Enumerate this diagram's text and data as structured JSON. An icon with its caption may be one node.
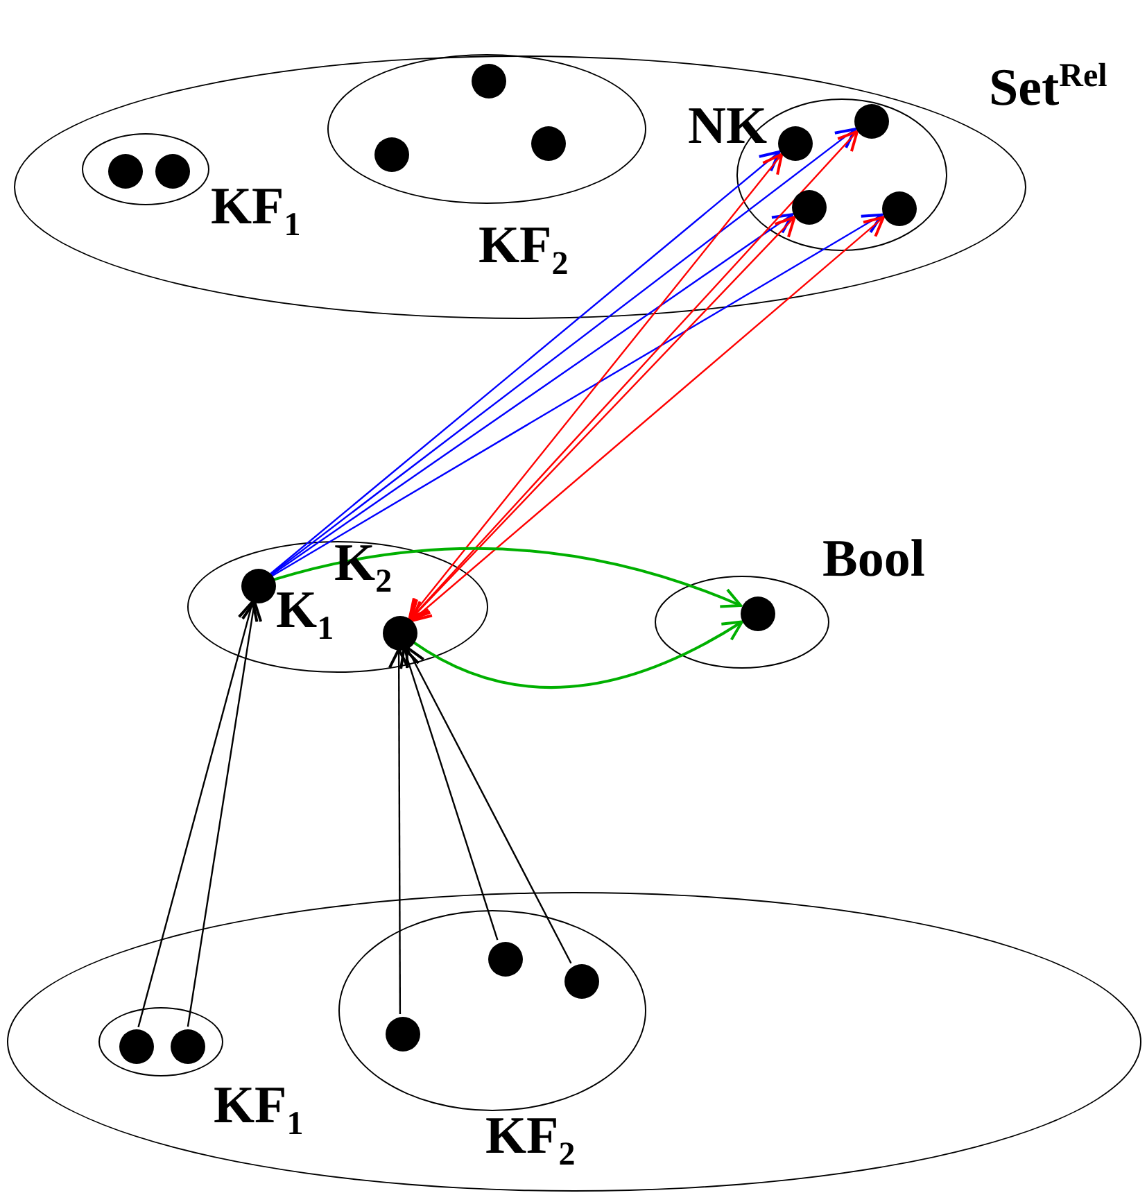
{
  "diagram": {
    "nodes": [
      {
        "text": [
          "Set$^{Rel}$"
        ]
      },
      {
        "text": [
          "KF$_{1}$"
        ],
        "in": 0
      },
      {
        "text": [],
        "shape": "circle",
        "in": 1
      },
      {
        "text": [],
        "shape": "circle",
        "in": 1
      },
      {
        "text": [
          "KF$_{2}$"
        ],
        "in": 0
      },
      {
        "text": [],
        "shape": "circle",
        "in": 4
      },
      {
        "text": [],
        "shape": "circle",
        "in": 4
      },
      {
        "text": [],
        "shape": "circle",
        "in": 4
      },
      {
        "text": [
          "NK"
        ],
        "in": 0
      },
      {
        "text": [],
        "shape": "circle",
        "in": 8
      },
      {
        "text": [],
        "shape": "circle",
        "in": 8
      },
      {
        "text": [],
        "shape": "circle",
        "in": 8
      },
      {
        "text": [],
        "shape": "circle",
        "in": 8
      },
      {
        "text": [],
        "shape": "ellipse"
      },
      {
        "text": [],
        "shape": "circle",
        "in": 13,
        "beside": [
          "K$_{1}$"
        ]
      },
      {
        "text": [],
        "shape": "circle",
        "in": 13,
        "beside": [
          "K$_{2}$"
        ]
      },
      {
        "text": [
          "Bool"
        ]
      },
      {
        "text": [],
        "shape": "circle",
        "in": 16
      },
      {
        "text": [],
        "shape": "ellipse"
      },
      {
        "text": [
          "KF$_{1}$"
        ],
        "in": 18
      },
      {
        "text": [],
        "shape": "circle",
        "in": 19
      },
      {
        "text": [],
        "shape": "circle",
        "in": 19
      },
      {
        "text": [
          "KF$_{2}$"
        ],
        "in": 18
      },
      {
        "text": [],
        "shape": "circle",
        "in": 22
      },
      {
        "text": [],
        "shape": "circle",
        "in": 22
      },
      {
        "text": [],
        "shape": "circle",
        "in": 22
      }
    ],
    "edges": [
      {
        "from": 14,
        "to": 9,
        "arrow": "to",
        "color": "#0000ff"
      },
      {
        "from": 14,
        "to": 10,
        "arrow": "to",
        "color": "#0000ff"
      },
      {
        "from": 14,
        "to": 11,
        "arrow": "to",
        "color": "#0000ff"
      },
      {
        "from": 14,
        "to": 12,
        "arrow": "to",
        "color": "#0000ff"
      },
      {
        "from": 15,
        "to": 9,
        "arrow": "both",
        "color": "#ff0000"
      },
      {
        "from": 15,
        "to": 10,
        "arrow": "both",
        "color": "#ff0000"
      },
      {
        "from": 15,
        "to": 11,
        "arrow": "both",
        "color": "#ff0000"
      },
      {
        "from": 15,
        "to": 12,
        "arrow": "both",
        "color": "#ff0000"
      },
      {
        "from": 14,
        "to": 17,
        "arrow": "to",
        "color": "#00b000"
      },
      {
        "from": 15,
        "to": 17,
        "arrow": "to",
        "color": "#00b000"
      },
      {
        "from": 20,
        "to": 14,
        "arrow": "to"
      },
      {
        "from": 21,
        "to": 14,
        "arrow": "to"
      },
      {
        "from": 23,
        "to": 15,
        "arrow": "to"
      },
      {
        "from": 24,
        "to": 15,
        "arrow": "to"
      },
      {
        "from": 25,
        "to": 15,
        "arrow": "to"
      }
    ]
  }
}
